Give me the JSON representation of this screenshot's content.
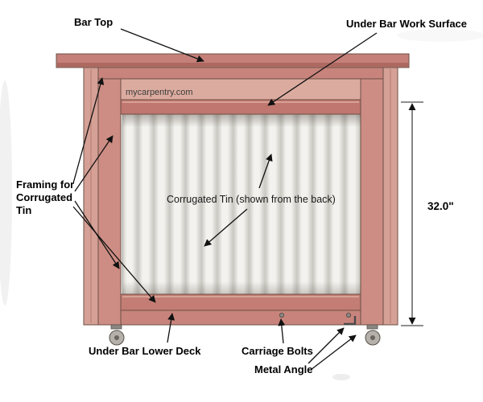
{
  "labels": {
    "bar_top": "Bar Top",
    "under_bar_work_surface": "Under Bar Work Surface",
    "watermark": "mycarpentry.com",
    "framing_lines": [
      "Framing for",
      "Corrugated",
      "Tin"
    ],
    "corrugated_tin": "Corrugated Tin (shown from the back)",
    "under_bar_lower_deck": "Under Bar Lower Deck",
    "carriage_bolts": "Carriage Bolts",
    "metal_angle": "Metal Angle"
  },
  "dimension": {
    "height_label": "32.0\""
  },
  "colors": {
    "wood_top": "#c5807a",
    "wood_top_edge": "#ad6960",
    "wood_rail": "#c8847c",
    "wood_post_outer": "#d5a096",
    "wood_post_inner": "#cd8d84",
    "wood_surface": "#c0776f",
    "wood_apron": "#dcab9f",
    "wood_deck": "#c37d74",
    "tin_light": "#f3f2ee",
    "tin_dark": "#cbcac4",
    "outline": "#6b4f45",
    "arrow": "#111111"
  }
}
